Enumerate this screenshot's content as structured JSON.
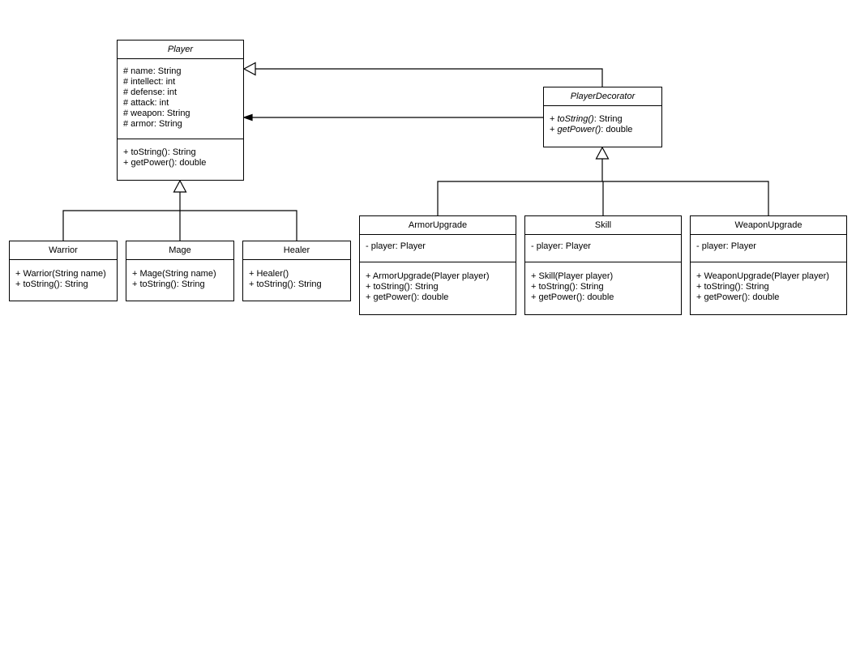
{
  "diagram": {
    "classes": {
      "player": {
        "name": "Player",
        "abstract": true,
        "attributes": [
          "# name: String",
          "# intellect: int",
          "# defense: int",
          "# attack: int",
          "# weapon: String",
          "# armor: String"
        ],
        "operations": [
          "+ toString(): String",
          "+ getPower(): double"
        ]
      },
      "decorator": {
        "name": "PlayerDecorator",
        "abstract": true,
        "operations": [
          {
            "prefix": "+ ",
            "name": "toString()",
            "suffix": ": String"
          },
          {
            "prefix": "+ ",
            "name": "getPower()",
            "suffix": ": double"
          }
        ]
      },
      "warrior": {
        "name": "Warrior",
        "operations": [
          "+ Warrior(String name)",
          "+ toString(): String"
        ]
      },
      "mage": {
        "name": "Mage",
        "operations": [
          "+ Mage(String name)",
          "+ toString(): String"
        ]
      },
      "healer": {
        "name": "Healer",
        "operations": [
          "+ Healer()",
          "+ toString(): String"
        ]
      },
      "armor": {
        "name": "ArmorUpgrade",
        "attributes": [
          "- player: Player"
        ],
        "operations": [
          "+ ArmorUpgrade(Player player)",
          "+ toString(): String",
          "+ getPower(): double"
        ]
      },
      "skill": {
        "name": "Skill",
        "attributes": [
          "- player: Player"
        ],
        "operations": [
          "+ Skill(Player player)",
          "+ toString(): String",
          "+ getPower(): double"
        ]
      },
      "weapon": {
        "name": "WeaponUpgrade",
        "attributes": [
          "- player: Player"
        ],
        "operations": [
          "+ WeaponUpgrade(Player player)",
          "+ toString(): String",
          "+ getPower(): double"
        ]
      }
    },
    "relations": [
      {
        "type": "generalization",
        "from": "Warrior",
        "to": "Player"
      },
      {
        "type": "generalization",
        "from": "Mage",
        "to": "Player"
      },
      {
        "type": "generalization",
        "from": "Healer",
        "to": "Player"
      },
      {
        "type": "generalization",
        "from": "PlayerDecorator",
        "to": "Player"
      },
      {
        "type": "association",
        "from": "PlayerDecorator",
        "to": "Player"
      },
      {
        "type": "generalization",
        "from": "ArmorUpgrade",
        "to": "PlayerDecorator"
      },
      {
        "type": "generalization",
        "from": "Skill",
        "to": "PlayerDecorator"
      },
      {
        "type": "generalization",
        "from": "WeaponUpgrade",
        "to": "PlayerDecorator"
      }
    ]
  }
}
